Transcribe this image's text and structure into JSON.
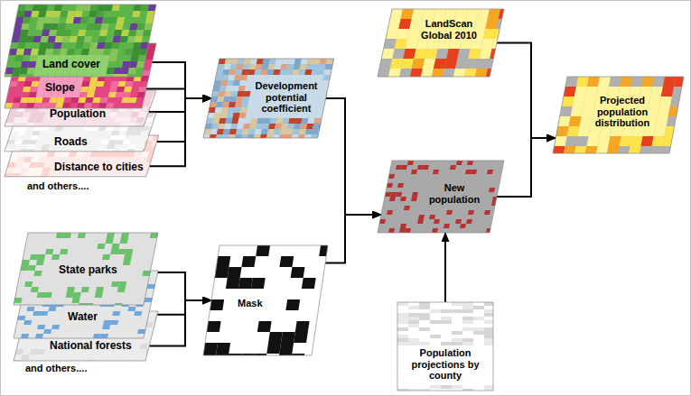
{
  "diagram": {
    "nodes": [
      {
        "text": [
          "Land cover"
        ]
      },
      {
        "text": [
          "Slope"
        ]
      },
      {
        "text": [
          "Population"
        ]
      },
      {
        "text": [
          "Roads"
        ]
      },
      {
        "text": [
          "Distance to cities"
        ]
      },
      {
        "text": [
          "State parks"
        ]
      },
      {
        "text": [
          "Water"
        ]
      },
      {
        "text": [
          "National forests"
        ]
      },
      {
        "text": [
          "Development potential coefficient"
        ]
      },
      {
        "text": [
          "Mask"
        ]
      },
      {
        "text": [
          "LandScan Global 2010"
        ]
      },
      {
        "text": [
          "New population"
        ]
      },
      {
        "text": [
          "Population projections by county"
        ]
      },
      {
        "text": [
          "Projected population distribution"
        ]
      }
    ],
    "edges": [
      {
        "from": 0,
        "to": 8,
        "arrow": "to"
      },
      {
        "from": 1,
        "to": 8,
        "arrow": "to"
      },
      {
        "from": 2,
        "to": 8,
        "arrow": "to"
      },
      {
        "from": 3,
        "to": 8,
        "arrow": "to"
      },
      {
        "from": 4,
        "to": 8,
        "arrow": "to"
      },
      {
        "from": 5,
        "to": 9,
        "arrow": "to"
      },
      {
        "from": 6,
        "to": 9,
        "arrow": "to"
      },
      {
        "from": 7,
        "to": 9,
        "arrow": "to"
      },
      {
        "from": 8,
        "to": 11,
        "arrow": "to"
      },
      {
        "from": 9,
        "to": 11,
        "arrow": "to"
      },
      {
        "from": 12,
        "to": 11,
        "arrow": "to"
      },
      {
        "from": 11,
        "to": 13,
        "arrow": "to"
      },
      {
        "from": 10,
        "to": 13,
        "arrow": "to"
      }
    ],
    "labels": [
      "and others....",
      "and others...."
    ]
  }
}
